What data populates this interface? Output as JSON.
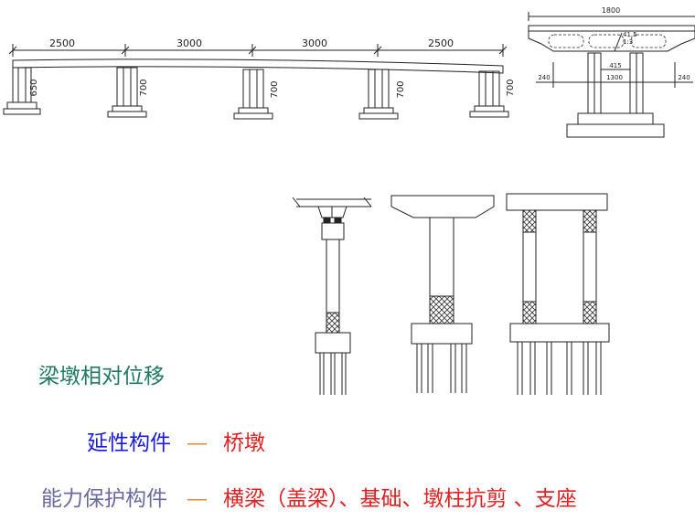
{
  "elevation": {
    "spans": [
      "2500",
      "3000",
      "3000",
      "2500"
    ],
    "pier_heights": [
      "650",
      "700",
      "700",
      "700",
      "700"
    ]
  },
  "cross_section": {
    "total_width": "1800",
    "top_labels": [
      "41.5",
      "1:3"
    ],
    "inner_label": "415",
    "bottom_dims": [
      "240",
      "1300",
      "240"
    ]
  },
  "text": {
    "title": "梁墩相对位移",
    "row1_label": "延性构件",
    "row1_dash": "—",
    "row1_value": "桥墩",
    "row2_label": "能力保护构件",
    "row2_dash": "—",
    "row2_value": "横梁（盖梁）、基础、墩柱抗剪 、支座"
  },
  "colors": {
    "title": "#1f7a62",
    "row1_label": "#1a1adc",
    "row2_label": "#6a6aa0",
    "dash": "#e38a2a",
    "value": "#e02020"
  }
}
